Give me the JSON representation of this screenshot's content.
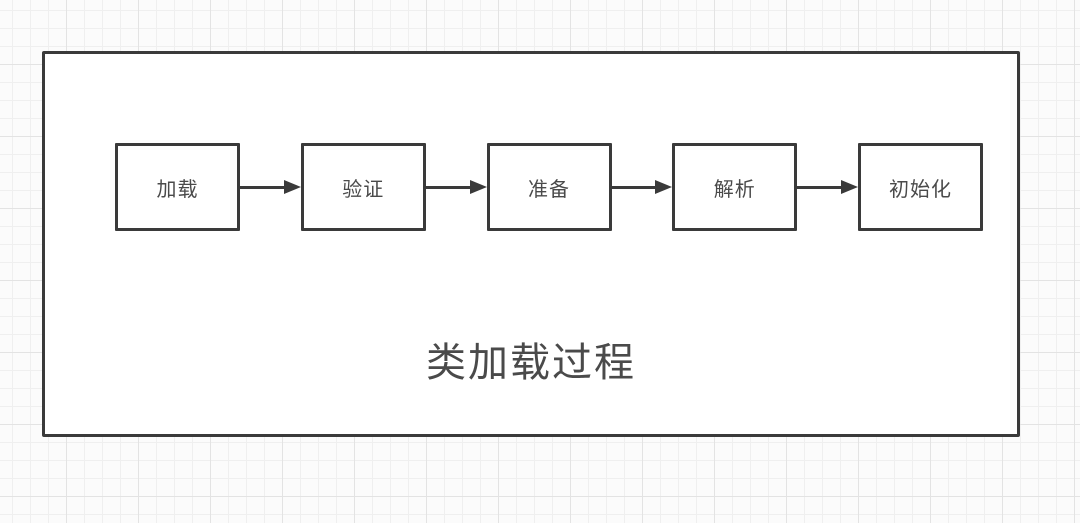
{
  "diagram": {
    "type": "flowchart",
    "title": "类加载过程",
    "steps": [
      {
        "id": "load",
        "label": "加载"
      },
      {
        "id": "verify",
        "label": "验证"
      },
      {
        "id": "prepare",
        "label": "准备"
      },
      {
        "id": "resolve",
        "label": "解析"
      },
      {
        "id": "initialize",
        "label": "初始化"
      }
    ],
    "connections": [
      {
        "from": "加载",
        "to": "验证"
      },
      {
        "from": "验证",
        "to": "准备"
      },
      {
        "from": "准备",
        "to": "解析"
      },
      {
        "from": "解析",
        "to": "初始化"
      }
    ]
  },
  "colors": {
    "stroke": "#3a3a3a",
    "text": "#4a4a4a",
    "canvas_background": "#fbfbfb",
    "grid_minor": "#efefef",
    "grid_major": "#e3e3e3",
    "panel_background": "#ffffff"
  }
}
